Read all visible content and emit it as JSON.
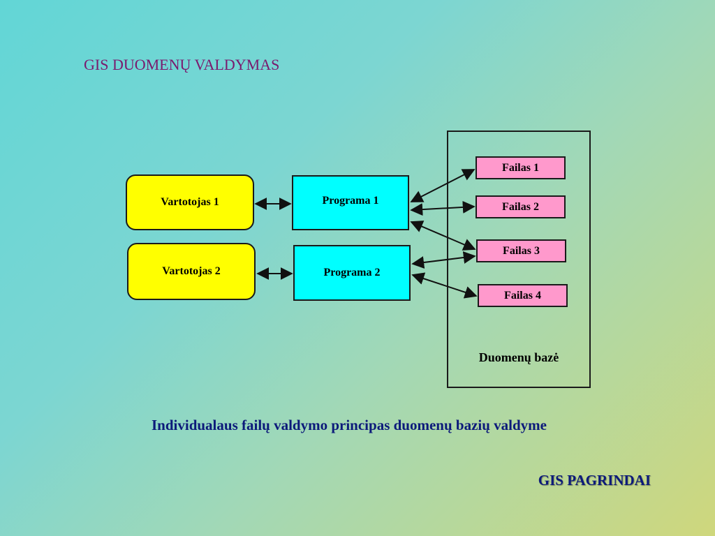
{
  "slide": {
    "title": "GIS DUOMENŲ VALDYMAS",
    "caption": "Individualaus failų valdymo principas duomenų bazių valdyme",
    "footer": "GIS PAGRINDAI"
  },
  "diagram": {
    "users": [
      {
        "id": "u1",
        "label": "Vartotojas 1"
      },
      {
        "id": "u2",
        "label": "Vartotojas 2"
      }
    ],
    "programs": [
      {
        "id": "p1",
        "label": "Programa 1"
      },
      {
        "id": "p2",
        "label": "Programa 2"
      }
    ],
    "database": {
      "label": "Duomenų bazė",
      "files": [
        {
          "id": "f1",
          "label": "Failas 1"
        },
        {
          "id": "f2",
          "label": "Failas 2"
        },
        {
          "id": "f3",
          "label": "Failas 3"
        },
        {
          "id": "f4",
          "label": "Failas 4"
        }
      ]
    },
    "connections": [
      {
        "from": "u1",
        "to": "p1",
        "direction": "both"
      },
      {
        "from": "u2",
        "to": "p2",
        "direction": "both"
      },
      {
        "from": "p1",
        "to": "f1",
        "direction": "both"
      },
      {
        "from": "p1",
        "to": "f2",
        "direction": "both"
      },
      {
        "from": "p1",
        "to": "f3",
        "direction": "both"
      },
      {
        "from": "p2",
        "to": "f3",
        "direction": "both"
      },
      {
        "from": "p2",
        "to": "f4",
        "direction": "both"
      }
    ]
  },
  "colors": {
    "user_fill": "#ffff00",
    "program_fill": "#00ffff",
    "file_fill": "#ff99cc",
    "title_color": "#7a1a6e",
    "caption_color": "#0c1a7a"
  }
}
